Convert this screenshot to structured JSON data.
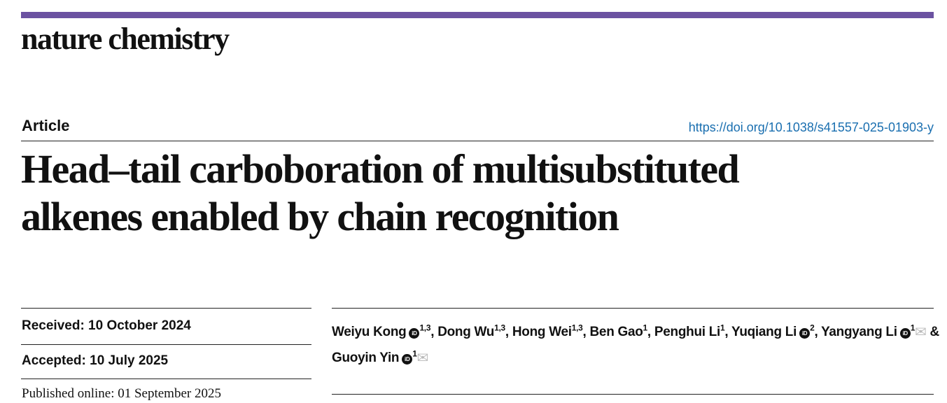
{
  "journal": "nature chemistry",
  "accent_color": "#6b52a1",
  "article_type": "Article",
  "doi": "https://doi.org/10.1038/s41557-025-01903-y",
  "title_line1": "Head–tail carboboration of multisubstituted",
  "title_line2": "alkenes enabled by chain recognition",
  "received": "Received: 10 October 2024",
  "accepted": "Accepted: 10 July 2025",
  "published": "Published online: 01 September 2025",
  "authors": [
    {
      "name": "Weiyu Kong",
      "orcid": true,
      "sup": "1,3",
      "email": false,
      "sep": ", "
    },
    {
      "name": "Dong Wu",
      "orcid": false,
      "sup": "1,3",
      "email": false,
      "sep": ", "
    },
    {
      "name": "Hong Wei",
      "orcid": false,
      "sup": "1,3",
      "email": false,
      "sep": ", "
    },
    {
      "name": "Ben Gao",
      "orcid": false,
      "sup": "1",
      "email": false,
      "sep": ", "
    },
    {
      "name": "Penghui Li",
      "orcid": false,
      "sup": "1",
      "email": false,
      "sep": ", "
    },
    {
      "name": "Yuqiang Li",
      "orcid": true,
      "sup": "2",
      "email": false,
      "sep": ", "
    },
    {
      "name": "Yangyang Li",
      "orcid": true,
      "sup": "1",
      "email": true,
      "sep": " & "
    },
    {
      "name": "Guoyin Yin",
      "orcid": true,
      "sup": "1",
      "email": true,
      "sep": ""
    }
  ]
}
